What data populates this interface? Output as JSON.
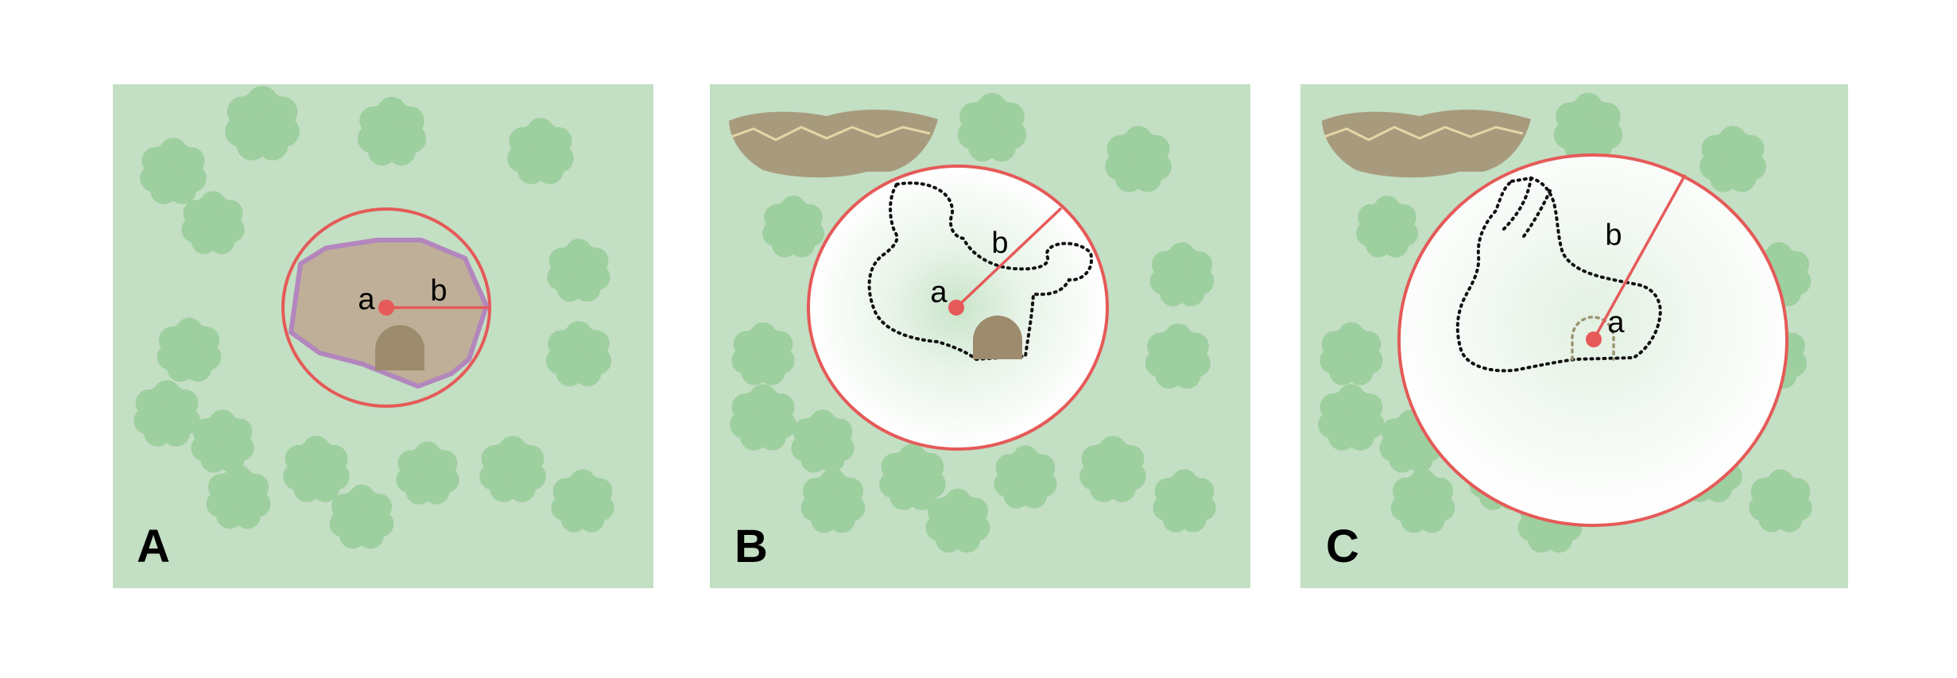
{
  "colors": {
    "background": "#c3dfc4",
    "tree": "#9ecf9f",
    "home_range": "#bfae98",
    "home_range_outline": "#b386bd",
    "den": "#9d8b6d",
    "radius": "#e55a58",
    "point": "#e55a58",
    "rock": "#a89b7d",
    "rock_vein": "#e6d6a6",
    "glow": "#f7fbf7",
    "dotted": "#111111",
    "den_dotted": "#9a9470"
  },
  "panels": [
    {
      "letter": "A",
      "center_label": "a",
      "radius_label": "b"
    },
    {
      "letter": "B",
      "center_label": "a",
      "radius_label": "b"
    },
    {
      "letter": "C",
      "center_label": "a",
      "radius_label": "b"
    }
  ]
}
